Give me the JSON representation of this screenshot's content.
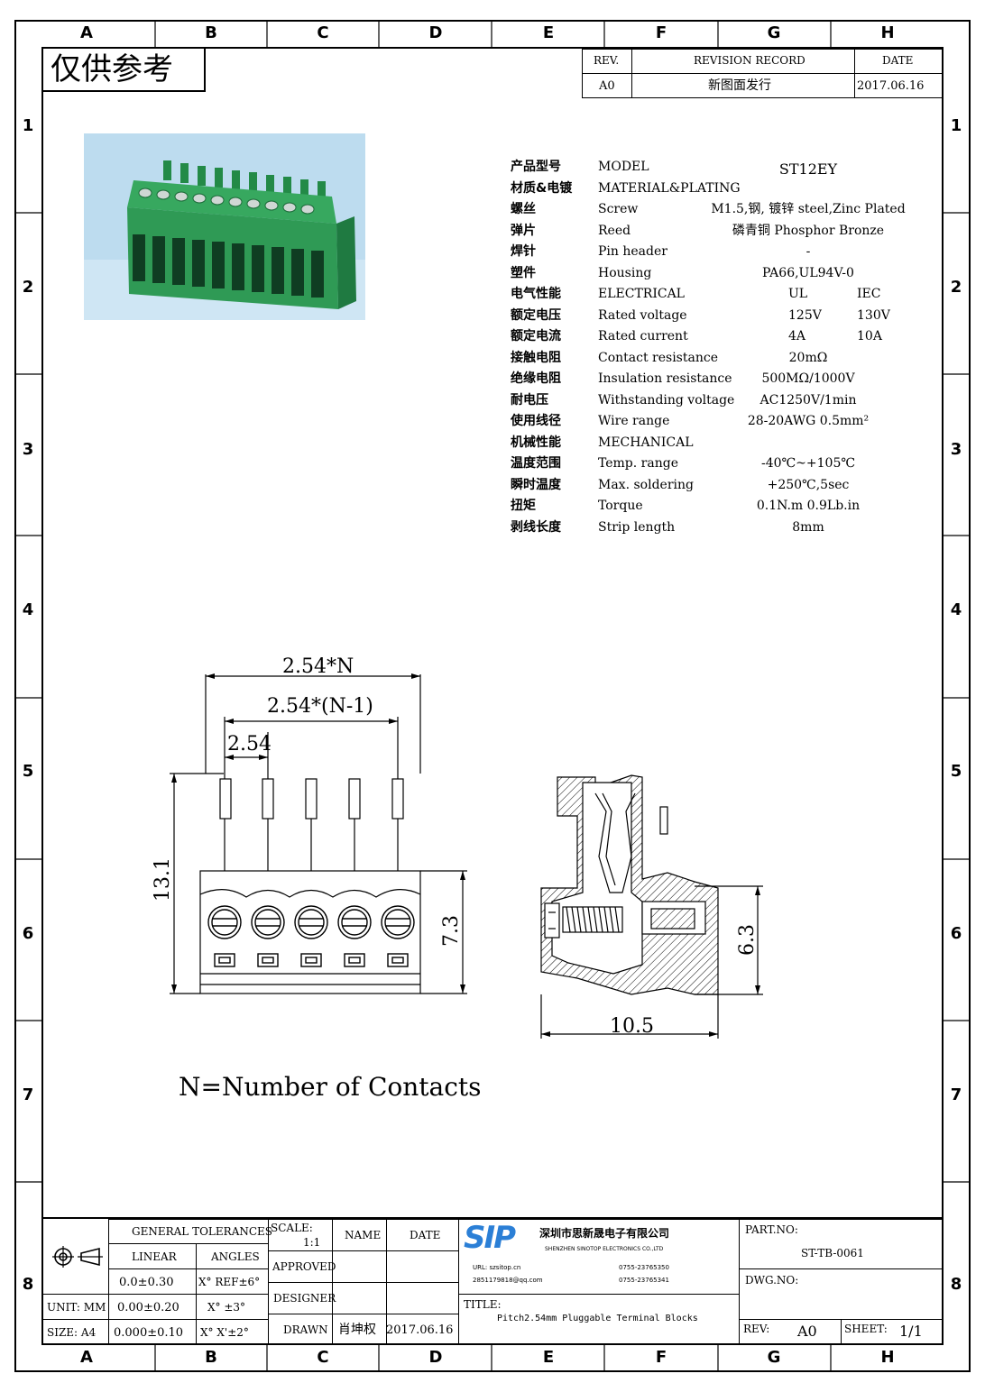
{
  "watermark": "仅供参考",
  "columns": [
    "A",
    "B",
    "C",
    "D",
    "E",
    "F",
    "G",
    "H"
  ],
  "rows": [
    "1",
    "2",
    "3",
    "4",
    "5",
    "6",
    "7",
    "8"
  ],
  "revision": {
    "header_rev": "REV.",
    "header_record": "REVISION RECORD",
    "header_date": "DATE",
    "rev": "A0",
    "record": "新图面发行",
    "date": "2017.06.16"
  },
  "product_photo": {
    "color": "#2e9a55",
    "background": "#b9dbee",
    "pins": 10
  },
  "specs": [
    {
      "cn": "产品型号",
      "en": "MODEL",
      "v1": "ST12EY",
      "v2": ""
    },
    {
      "cn": "材质&电镀",
      "en": "MATERIAL&PLATING",
      "v1": "",
      "v2": ""
    },
    {
      "cn": "螺丝",
      "en": "Screw",
      "v1": "M1.5,钢, 镀锌 steel,Zinc Plated",
      "v2": ""
    },
    {
      "cn": "弹片",
      "en": "Reed",
      "v1": "磷青铜 Phosphor Bronze",
      "v2": ""
    },
    {
      "cn": "焊针",
      "en": "Pin header",
      "v1": "-",
      "v2": ""
    },
    {
      "cn": "塑件",
      "en": "Housing",
      "v1": "PA66,UL94V-0",
      "v2": ""
    },
    {
      "cn": "电气性能",
      "en": "ELECTRICAL",
      "v1": "UL",
      "v2": "IEC"
    },
    {
      "cn": "额定电压",
      "en": "Rated voltage",
      "v1": "125V",
      "v2": "130V"
    },
    {
      "cn": "额定电流",
      "en": "Rated current",
      "v1": "4A",
      "v2": "10A"
    },
    {
      "cn": "接触电阻",
      "en": "Contact resistance",
      "v1": "20mΩ",
      "v2": ""
    },
    {
      "cn": "绝缘电阻",
      "en": "Insulation resistance",
      "v1": "500MΩ/1000V",
      "v2": ""
    },
    {
      "cn": "耐电压",
      "en": "Withstanding voltage",
      "v1": "AC1250V/1min",
      "v2": ""
    },
    {
      "cn": "使用线径",
      "en": "Wire range",
      "v1": "28-20AWG 0.5mm²",
      "v2": ""
    },
    {
      "cn": "机械性能",
      "en": "MECHANICAL",
      "v1": "",
      "v2": ""
    },
    {
      "cn": "温度范围",
      "en": "Temp. range",
      "v1": "-40℃~+105℃",
      "v2": ""
    },
    {
      "cn": "瞬时温度",
      "en": "Max. soldering",
      "v1": "+250℃,5sec",
      "v2": ""
    },
    {
      "cn": "扭矩",
      "en": "Torque",
      "v1": "0.1N.m  0.9Lb.in",
      "v2": ""
    },
    {
      "cn": "剥线长度",
      "en": "Strip length",
      "v1": "8mm",
      "v2": ""
    }
  ],
  "drawing": {
    "dim_total": "2.54*N",
    "dim_span": "2.54*(N-1)",
    "dim_pitch": "2.54",
    "dim_height": "13.1",
    "dim_body": "7.3",
    "dim_side_height": "6.3",
    "dim_side_width": "10.5",
    "note": "N=Number of Contacts",
    "front_pins": 5
  },
  "title_block": {
    "general_tolerances": "GENERAL TOLERANCES",
    "linear": "LINEAR",
    "angles": "ANGLES",
    "tol_rows": [
      {
        "label": "",
        "linear": "0.0±0.30",
        "angle": "X° REF±6°"
      },
      {
        "label": "UNIT: MM",
        "linear": "0.00±0.20",
        "angle": "X° ±3°"
      },
      {
        "label": "SIZE: A4",
        "linear": "0.000±0.10",
        "angle": "X° X'±2°"
      }
    ],
    "scale_label": "SCALE:",
    "scale_value": "1:1",
    "name_label": "NAME",
    "date_label": "DATE",
    "approved": "APPROVED",
    "designer": "DESIGNER",
    "drawn": "DRAWN",
    "drawn_name": "肖坤权",
    "drawn_date": "2017.06.16",
    "company_logo": "SIP",
    "company_cn": "深圳市思新晟电子有限公司",
    "company_en": "SHENZHEN SINOTOP ELECTRONICS CO.,LTD",
    "contact_1a": "URL: szsitop.cn",
    "contact_1b": "0755-23765350",
    "contact_2a": "2851179818@qq.com",
    "contact_2b": "0755-23765341",
    "title_label": "TITLE:",
    "title_value": "Pitch2.54mm Pluggable Terminal Blocks",
    "part_no_label": "PART.NO:",
    "part_no": "ST-TB-0061",
    "dwg_no_label": "DWG.NO:",
    "rev_label": "REV:",
    "rev_value": "A0",
    "sheet_label": "SHEET:",
    "sheet_value": "1/1"
  }
}
